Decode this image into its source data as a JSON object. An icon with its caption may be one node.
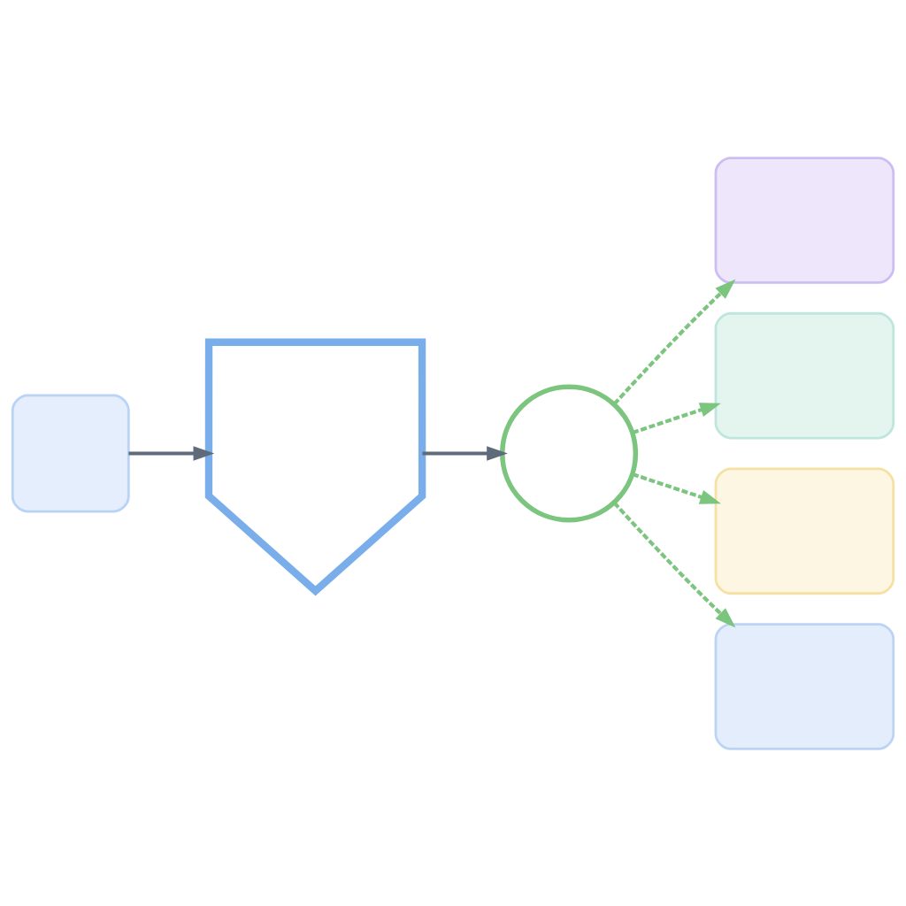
{
  "diagram": {
    "nodes": [
      {
        "text": [],
        "shape": "box"
      },
      {
        "text": [],
        "shape": "shield"
      },
      {
        "text": [],
        "shape": "circle"
      },
      {
        "text": [],
        "shape": "box"
      },
      {
        "text": [],
        "shape": "box"
      },
      {
        "text": [],
        "shape": "box"
      },
      {
        "text": [],
        "shape": "box"
      }
    ],
    "edges": [
      {
        "from": 0,
        "to": 1,
        "arrow": "to",
        "color": "#5f6b7a"
      },
      {
        "from": 1,
        "to": 2,
        "arrow": "to",
        "color": "#5f6b7a"
      },
      {
        "from": 2,
        "to": 3,
        "arrow": "to",
        "style": "dashed"
      },
      {
        "from": 2,
        "to": 4,
        "arrow": "to",
        "style": "dashed"
      },
      {
        "from": 2,
        "to": 5,
        "arrow": "to",
        "style": "dashed"
      },
      {
        "from": 2,
        "to": 6,
        "arrow": "to",
        "style": "dashed"
      }
    ]
  }
}
